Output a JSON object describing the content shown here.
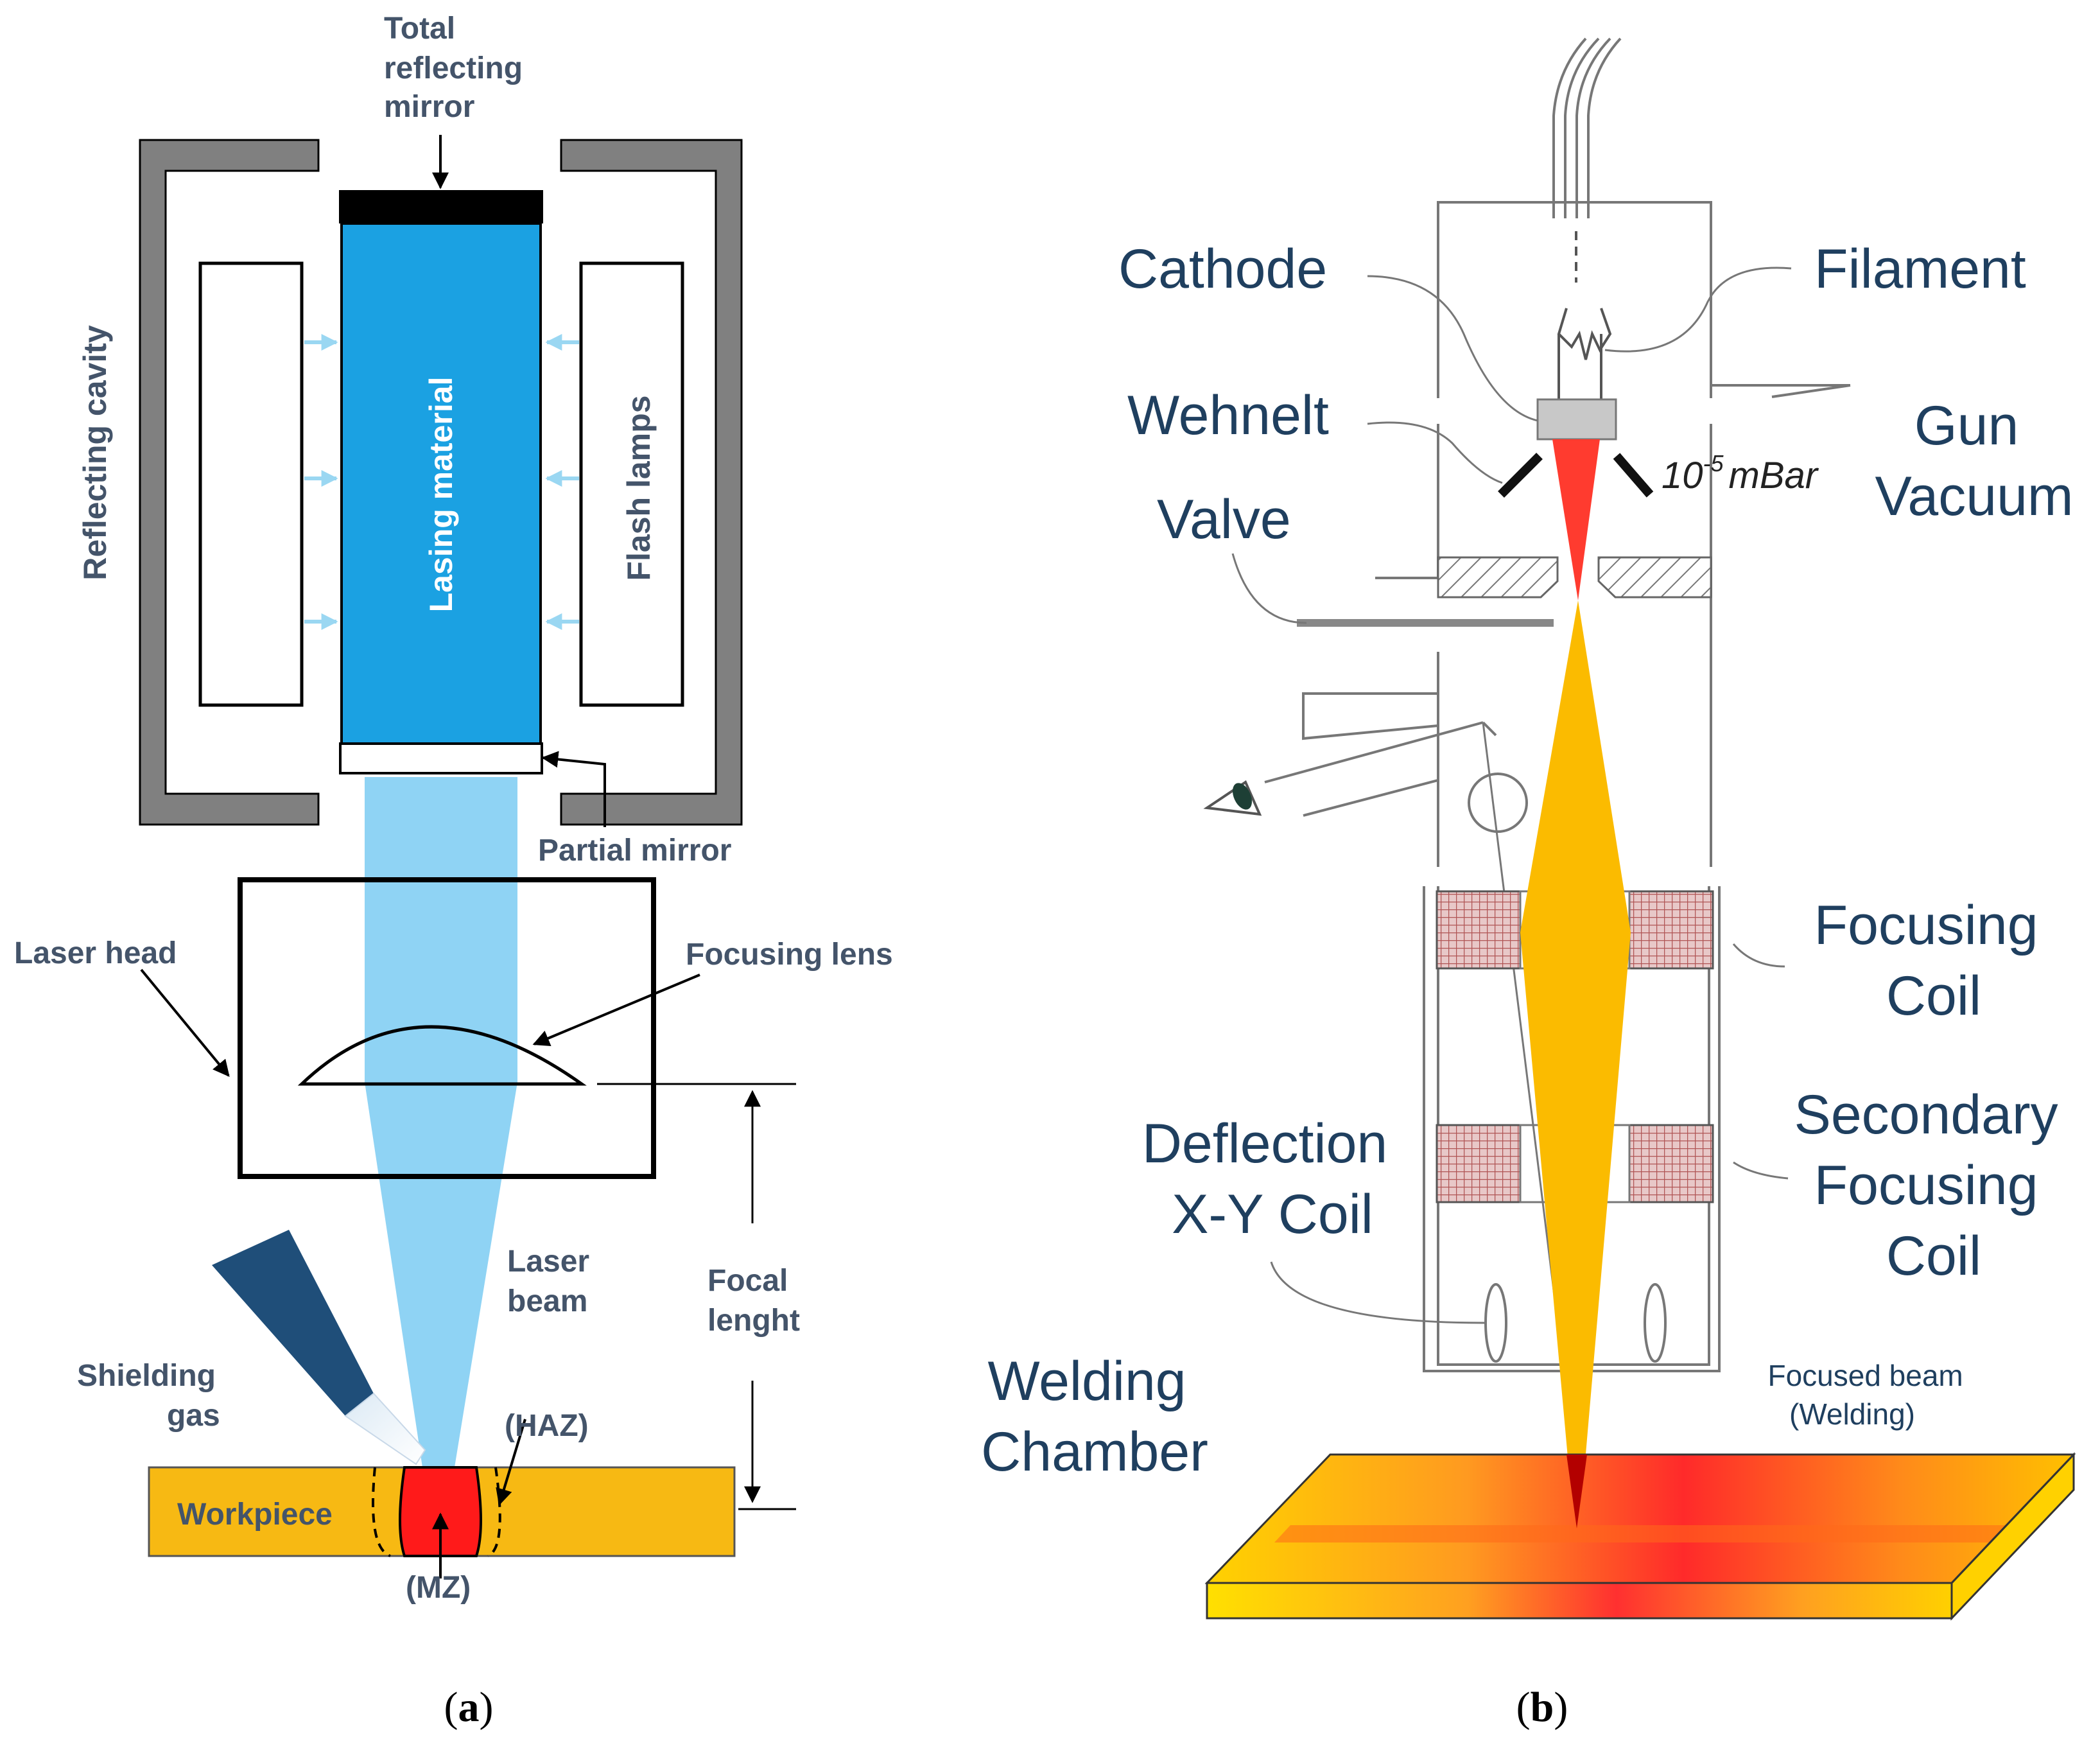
{
  "panel_a": {
    "caption_open": "(",
    "caption_letter": "a",
    "caption_close": ")",
    "labels": {
      "total_reflecting_line1": "Total",
      "total_reflecting_line2": "reflecting",
      "total_reflecting_line3": "mirror",
      "reflecting_cavity": "Reflecting cavity",
      "lasing_material": "Lasing material",
      "flash_lamps": "Flash lamps",
      "partial_mirror": "Partial mirror",
      "laser_head": "Laser head",
      "focusing_lens": "Focusing lens",
      "laser_beam_line1": "Laser",
      "laser_beam_line2": "beam",
      "focal_length_line1": "Focal",
      "focal_length_line2": "lenght",
      "shielding_gas_line1": "Shielding",
      "shielding_gas_line2": "gas",
      "haz": "(HAZ)",
      "workpiece": "Workpiece",
      "mz": "(MZ)"
    },
    "colors": {
      "lasing_material": "#1ba1e2",
      "beam": "#8fd3f4",
      "workpiece": "#f7b913",
      "melt_zone": "#ff1a1a",
      "nozzle": "#1f4e79",
      "cavity": "#808080"
    }
  },
  "panel_b": {
    "caption_open": "(",
    "caption_letter": "b",
    "caption_close": ")",
    "labels": {
      "cathode": "Cathode",
      "filament": "Filament",
      "wehnelt": "Wehnelt",
      "gun_vacuum_line1": "Gun",
      "gun_vacuum_line2": "Vacuum",
      "pressure_base": "10",
      "pressure_exp": "-5",
      "pressure_unit": "mBar",
      "valve": "Valve",
      "focusing_coil_line1": "Focusing",
      "focusing_coil_line2": "Coil",
      "secondary_line1": "Secondary",
      "secondary_line2": "Focusing",
      "secondary_line3": "Coil",
      "deflection_line1": "Deflection",
      "deflection_line2": "X-Y Coil",
      "welding_chamber_line1": "Welding",
      "welding_chamber_line2": "Chamber",
      "focused_beam_line1": "Focused beam",
      "focused_beam_line2": "(Welding)"
    },
    "colors": {
      "beam": "#fbbb00",
      "cathode_beam": "#ff3b2f",
      "coil": "#c87878",
      "plate_hot": "#ff2a2a",
      "plate_warm": "#ffb300"
    }
  }
}
